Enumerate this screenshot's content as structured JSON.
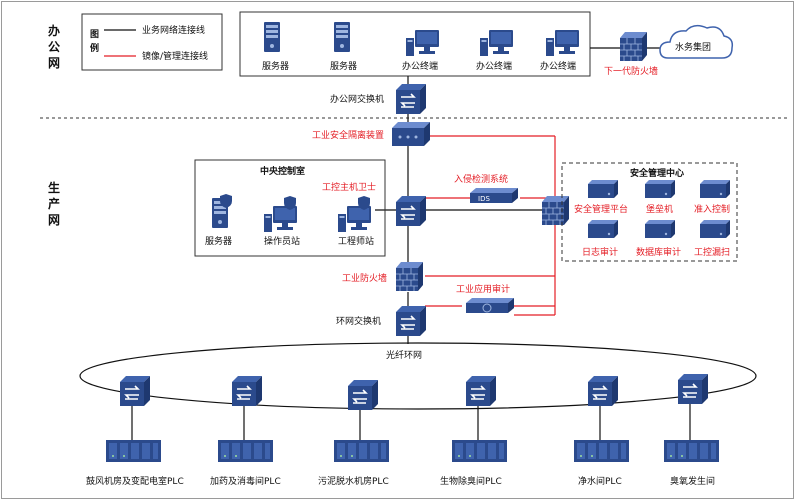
{
  "colors": {
    "red": "#e41e26",
    "black": "#111111",
    "device": "#2b4a8c",
    "deviceLight": "#3f63ad"
  },
  "zones": {
    "office": "办公网",
    "production": "生产网"
  },
  "legend": {
    "title": "图例",
    "business_line": "业务网络连接线",
    "mgmt_line": "镜像/管理连接线"
  },
  "office": {
    "server1": "服务器",
    "server2": "服务器",
    "terminal1": "办公终端",
    "terminal2": "办公终端",
    "terminal3": "办公终端",
    "firewall": "下一代防火墙",
    "cloud": "水务集团",
    "switch": "办公网交换机"
  },
  "production": {
    "isolation": "工业安全隔离装置",
    "control_room": {
      "title": "中央控制室",
      "server": "服务器",
      "operator": "操作员站",
      "engineer": "工程师站",
      "host_guard": "工控主机卫士"
    },
    "ids_label": "入侵检测系统",
    "ids_badge": "IDS",
    "security_center": {
      "title": "安全管理中心",
      "platform": "安全管理平台",
      "bastion": "堡垒机",
      "access": "准入控制",
      "log_audit": "日志审计",
      "db_audit": "数据库审计",
      "vuln_scan": "工控漏扫"
    },
    "ind_firewall": "工业防火墙",
    "app_audit": "工业应用审计",
    "ring_switch": "环网交换机",
    "ring": "光纤环网"
  },
  "plcs": [
    "鼓风机房及变配电室PLC",
    "加药及消毒间PLC",
    "污泥脱水机房PLC",
    "生物除臭间PLC",
    "净水间PLC",
    "臭氧发生间"
  ]
}
